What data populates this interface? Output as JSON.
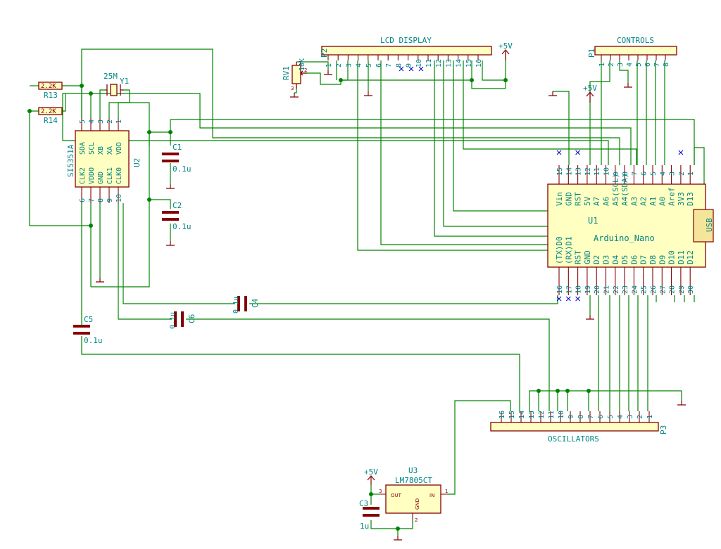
{
  "connectors": {
    "lcd": {
      "ref": "P2",
      "title": "LCD DISPLAY",
      "pins": [
        "1",
        "2",
        "3",
        "4",
        "5",
        "6",
        "7",
        "8",
        "9",
        "10",
        "11",
        "12",
        "13",
        "14",
        "15",
        "16"
      ]
    },
    "controls": {
      "ref": "P1",
      "title": "CONTROLS",
      "pins": [
        "1",
        "2",
        "3",
        "4",
        "5",
        "6",
        "7",
        "8"
      ]
    },
    "oscillators": {
      "ref": "P3",
      "title": "OSCILLATORS",
      "pins": [
        "16",
        "15",
        "14",
        "13",
        "12",
        "11",
        "10",
        "9",
        "8",
        "7",
        "6",
        "5",
        "4",
        "3",
        "2",
        "1"
      ]
    }
  },
  "power": {
    "v5_label": "+5V"
  },
  "rv1": {
    "ref": "RV1",
    "value": "10K",
    "pin1": "1",
    "pin2": "2",
    "pin3": "3"
  },
  "resistors": [
    {
      "ref": "R13",
      "value": "2.2K"
    },
    {
      "ref": "R14",
      "value": "2.2K"
    }
  ],
  "crystal": {
    "ref": "Y1",
    "value": "25M"
  },
  "si5351": {
    "ref": "U2",
    "value": "SI5351A",
    "top_pins": [
      "5",
      "4",
      "3",
      "2",
      "1"
    ],
    "top_labels": [
      "SDA",
      "SCL",
      "XB",
      "XA",
      "VDD"
    ],
    "bottom_labels": [
      "CLK2",
      "VDDO",
      "GND",
      "CLK1",
      "CLK0"
    ],
    "bottom_pins": [
      "6",
      "7",
      "8",
      "9",
      "10"
    ]
  },
  "capacitors": [
    {
      "ref": "C1",
      "value": "0.1u"
    },
    {
      "ref": "C2",
      "value": "0.1u"
    },
    {
      "ref": "C3",
      "value": "1u"
    },
    {
      "ref": "C4",
      "value": "0.1u"
    },
    {
      "ref": "C5",
      "value": "0.1u"
    },
    {
      "ref": "C6",
      "value": "0.1u"
    }
  ],
  "arduino": {
    "ref": "U1",
    "value": "Arduino_Nano",
    "usb_label": "USB",
    "top_pins": [
      "15",
      "14",
      "13",
      "12",
      "11",
      "10",
      "9",
      "8",
      "7",
      "6",
      "5",
      "4",
      "3",
      "2",
      "1"
    ],
    "top_labels": [
      "Vin",
      "GND",
      "RST",
      "5V",
      "A7",
      "A6",
      "A5(SCL)",
      "A4(SDA)",
      "A3",
      "A2",
      "A1",
      "A0",
      "Aref",
      "3V3",
      "D13"
    ],
    "bottom_labels": [
      "(TX)D0",
      "(RX)D1",
      "RST",
      "GND",
      "D2",
      "D3",
      "D4",
      "D5",
      "D6",
      "D7",
      "D8",
      "D9",
      "D10",
      "D11",
      "D12"
    ],
    "bottom_pins": [
      "16",
      "17",
      "18",
      "19",
      "20",
      "21",
      "22",
      "23",
      "24",
      "25",
      "26",
      "27",
      "28",
      "29",
      "30"
    ]
  },
  "regulator": {
    "ref": "U3",
    "value": "LM7805CT",
    "out_label": "OUT",
    "in_label": "IN",
    "gnd_label": "GND",
    "pin_out": "3",
    "pin_in": "1",
    "pin_gnd": "2"
  }
}
